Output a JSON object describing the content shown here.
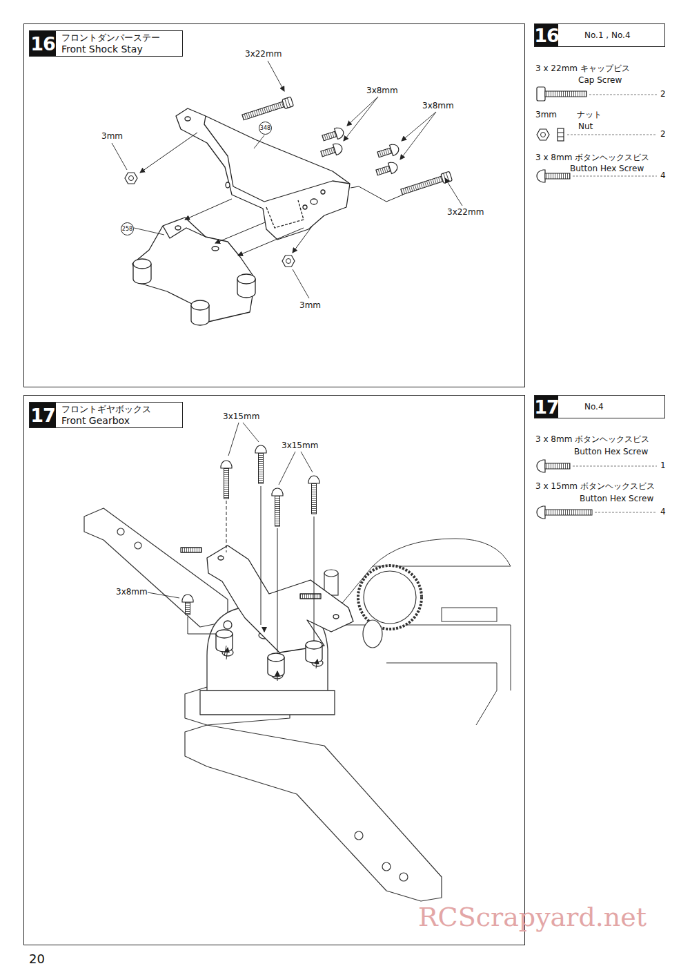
{
  "diagram": {
    "nodes": [
      {
        "text": [
          "16",
          "フロントダンパーステー",
          "Front Shock Stay"
        ]
      },
      {
        "text": [
          "16",
          "No.1 , No.4"
        ]
      },
      {
        "text": [
          "17",
          "フロントギヤボックス",
          "Front Gearbox"
        ]
      },
      {
        "text": [
          "17",
          "No.4"
        ]
      }
    ],
    "edges": [],
    "labels": [
      "3x22mm",
      "3x8mm",
      "3x8mm",
      "3mm",
      "348",
      "3x22mm",
      "258",
      "3mm",
      "3 x 22mm キャップビス",
      "Cap Screw",
      "2",
      "3mm",
      "ナット",
      "Nut",
      "2",
      "3 x 8mm ボタンヘックスビス",
      "Button Hex Screw",
      "4",
      "3x15mm",
      "3x15mm",
      "3x8mm",
      "3 x 8mm ボタンヘックスビス",
      "Button Hex Screw",
      "1",
      "3 x 15mm ボタンヘックスビス",
      "Button Hex Screw",
      "4",
      "20",
      "RCScrapyard.net"
    ]
  }
}
